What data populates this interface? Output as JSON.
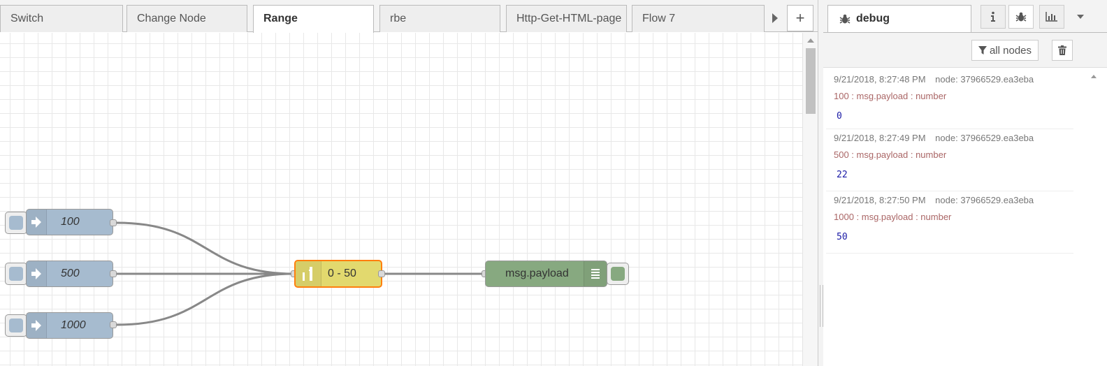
{
  "workspace": {
    "tabs": [
      {
        "label": "Switch"
      },
      {
        "label": "Change Node"
      },
      {
        "label": "Range",
        "active": true
      },
      {
        "label": "rbe"
      },
      {
        "label": "Http-Get-HTML-page"
      },
      {
        "label": "Flow 7"
      }
    ],
    "add_tab_label": "+",
    "scroll_right_icon": "caret-right-icon"
  },
  "flow": {
    "inject_nodes": [
      {
        "label": "100"
      },
      {
        "label": "500"
      },
      {
        "label": "1000"
      }
    ],
    "range_node": {
      "label": "0 - 50",
      "icon": "range-icon"
    },
    "debug_node": {
      "label": "msg.payload",
      "icon": "list-icon"
    },
    "colors": {
      "inject": "#a6bbcf",
      "range": "#e2d96e",
      "range_selected_border": "#ff7f0e",
      "debug": "#87a980",
      "wire": "#888888"
    }
  },
  "sidebar": {
    "tab_label": "debug",
    "tab_icon": "bug-icon",
    "buttons": [
      {
        "name": "info",
        "icon": "info-icon"
      },
      {
        "name": "debug",
        "icon": "bug-icon"
      },
      {
        "name": "dashboard",
        "icon": "bar-chart-icon"
      },
      {
        "name": "menu",
        "icon": "caret-down-icon"
      }
    ],
    "filter_label": "all nodes",
    "messages": [
      {
        "timestamp": "9/21/2018, 8:27:48 PM",
        "node": "node: 37966529.ea3eba",
        "topic": "100 : msg.payload : number",
        "value": "0"
      },
      {
        "timestamp": "9/21/2018, 8:27:49 PM",
        "node": "node: 37966529.ea3eba",
        "topic": "500 : msg.payload : number",
        "value": "22"
      },
      {
        "timestamp": "9/21/2018, 8:27:50 PM",
        "node": "node: 37966529.ea3eba",
        "topic": "1000 : msg.payload : number",
        "value": "50"
      }
    ]
  }
}
